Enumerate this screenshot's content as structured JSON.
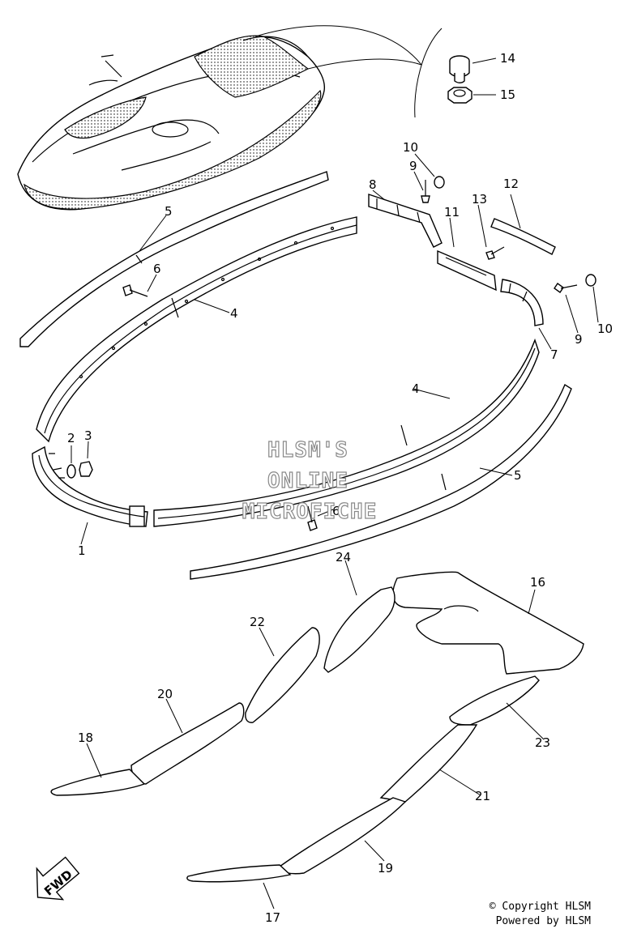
{
  "diagram": {
    "callouts": [
      "1",
      "2",
      "3",
      "4",
      "4",
      "5",
      "5",
      "6",
      "6",
      "7",
      "8",
      "9",
      "9",
      "10",
      "10",
      "11",
      "12",
      "13",
      "14",
      "15",
      "16",
      "17",
      "18",
      "19",
      "20",
      "21",
      "22",
      "23",
      "24"
    ],
    "watermark": {
      "line1": "HLSM'S",
      "line2": "ONLINE",
      "line3": "MICROFICHE"
    },
    "fwd_label": "FWD"
  },
  "footer": {
    "copyright": "© Copyright HLSM",
    "powered": "Powered by HLSM"
  }
}
